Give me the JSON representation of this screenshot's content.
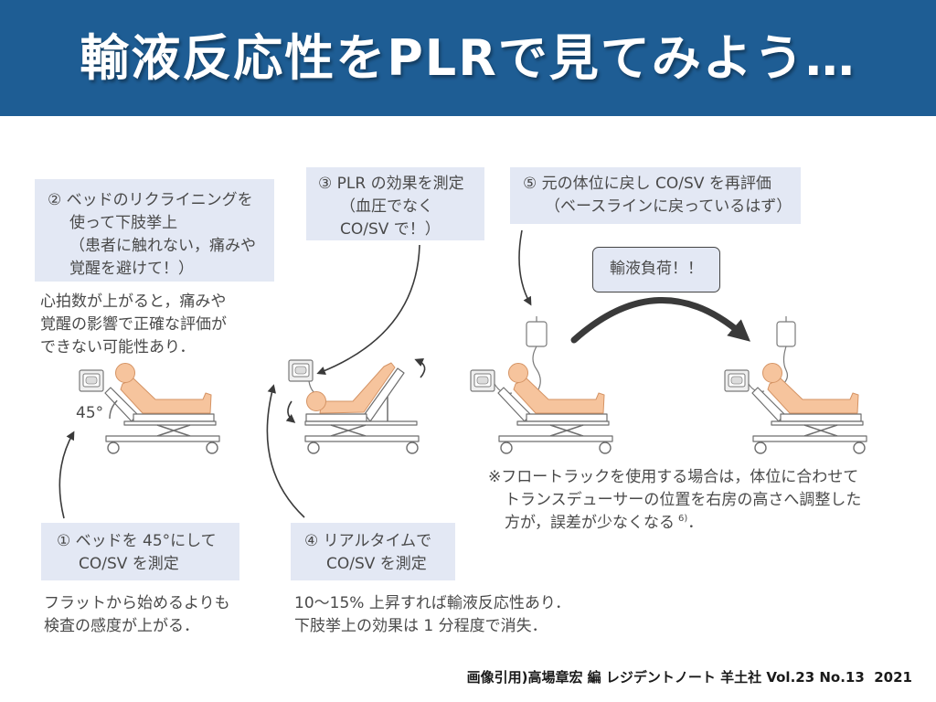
{
  "title": "輸液反応性をPLRで見てみよう…",
  "steps": {
    "step1": {
      "lines": [
        "① ベッドを 45°にして",
        "CO/SV を測定"
      ]
    },
    "step2": {
      "lines": [
        "② ベッドのリクライニングを",
        "使って下肢挙上",
        "（患者に触れない，痛みや",
        "覚醒を避けて！）"
      ]
    },
    "step3": {
      "lines": [
        "③ PLR の効果を測定",
        "（血圧でなく",
        "CO/SV で！）"
      ]
    },
    "step4": {
      "lines": [
        "④ リアルタイムで",
        "CO/SV を測定"
      ]
    },
    "step5": {
      "lines": [
        "⑤ 元の体位に戻し CO/SV を再評価",
        "（ベースラインに戻っているはず）"
      ]
    }
  },
  "notes": {
    "step1": [
      "フラットから始めるよりも",
      "検査の感度が上がる．"
    ],
    "step2": [
      "心拍数が上がると，痛みや",
      "覚醒の影響で正確な評価が",
      "できない可能性あり．"
    ],
    "step4": [
      "10〜15% 上昇すれば輸液反応性あり．",
      "下肢挙上の効果は 1 分程度で消失．"
    ],
    "floattrack": {
      "lines": [
        "※フロートラックを使用する場合は，体位に合わせて",
        "トランスデューサーの位置を右房の高さへ調整した"
      ],
      "last_line": "方が，誤差が少なくなる",
      "ref": "6)",
      "last_line_end": "．"
    }
  },
  "fluid_load_label": "輸液負荷！！",
  "angle_label": "45°",
  "citation": "画像引用)高場章宏 編 レジデントノート 羊土社 Vol.23 No.13  2021",
  "icons": [
    "patient-monitor-icon",
    "iv-bag-icon",
    "hospital-bed",
    "patient-figure"
  ],
  "colors": {
    "title_bar": "#1e5d94",
    "title_text": "#ffffff",
    "callout_box": "#e3e8f4",
    "body_text": "#4a4a4a",
    "skin": "#f6c49d",
    "arrow": "#3a3a3a"
  }
}
